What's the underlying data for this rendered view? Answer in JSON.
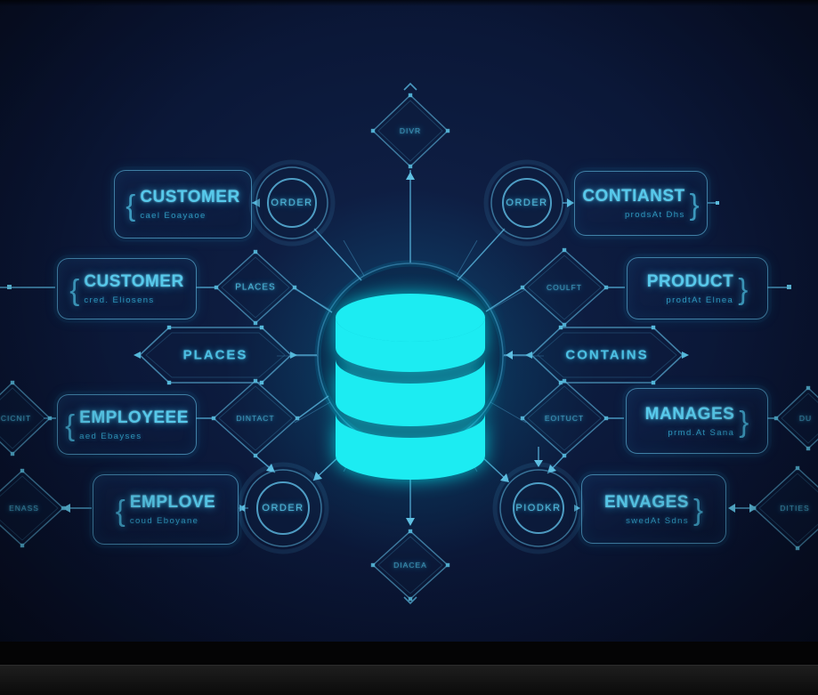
{
  "diagram": {
    "colors": {
      "background": "#0b1734",
      "line": "#3f93ba",
      "label": "#55c8ea",
      "glow": "#19ecf2"
    },
    "center": {
      "icon": "database-icon"
    },
    "entities": {
      "customer_top": {
        "bracket": "{",
        "title": "CUSTOMER",
        "subtitle": "cael Eoayaoe"
      },
      "customer_mid": {
        "bracket": "{",
        "title": "CUSTOMER",
        "subtitle": "cred. Eliosens"
      },
      "employee_mid": {
        "bracket": "{",
        "title": "EMPLOYEEE",
        "subtitle": "aed Ebayses"
      },
      "employee_bottom": {
        "bracket": "{",
        "title": "EMPLOVE",
        "subtitle": "coud Eboyane"
      },
      "contains_top": {
        "bracket": "}",
        "title": "CONTIANST",
        "subtitle": "prodsAt Dhs"
      },
      "product_mid": {
        "bracket": "}",
        "title": "PRODUCT",
        "subtitle": "prodtAt Elnea"
      },
      "manages_mid": {
        "bracket": "}",
        "title": "MANAGES",
        "subtitle": "prmd.At Sana"
      },
      "manages_bottom": {
        "bracket": "}",
        "title": "ENVAGES",
        "subtitle": "swedAt Sdns"
      }
    },
    "circles": {
      "order_top_left": "ORDER",
      "order_top_right": "ORDER",
      "order_bottom_left": "ORDER",
      "order_bottom_right": "PIODKR"
    },
    "relationships": {
      "places_small": "PLACES",
      "places_hex": "PLACES",
      "contains_hex": "CONTAINS",
      "contact_left": "DINTACT",
      "contact_right": "EOITUCT",
      "order_right_small": "COULFT",
      "top_diamond": "DIVR",
      "bottom_diamond": "DIACEA",
      "edge_left_top": "CICNIT",
      "edge_left_bottom": "ENASS",
      "edge_right_top": "DU",
      "edge_right_bottom": "DITIES"
    }
  }
}
